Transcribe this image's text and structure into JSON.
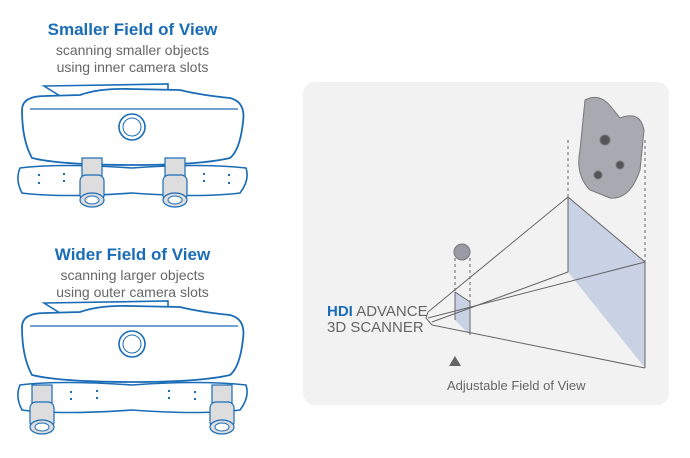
{
  "top": {
    "title": "Smaller Field of View",
    "line1": "scanning smaller objects",
    "line2": "using inner camera slots"
  },
  "bottom": {
    "title": "Wider Field of View",
    "line1": "scanning larger objects",
    "line2": "using outer camera slots"
  },
  "scanner_label": {
    "brand": "HDI",
    "model": "ADVANCE",
    "line2": "3D SCANNER"
  },
  "fov_label": "Adjustable Field of View",
  "colors": {
    "accent": "#1a6cb6",
    "panel": "#f2f2f2",
    "plane": "#c9d1e4"
  }
}
